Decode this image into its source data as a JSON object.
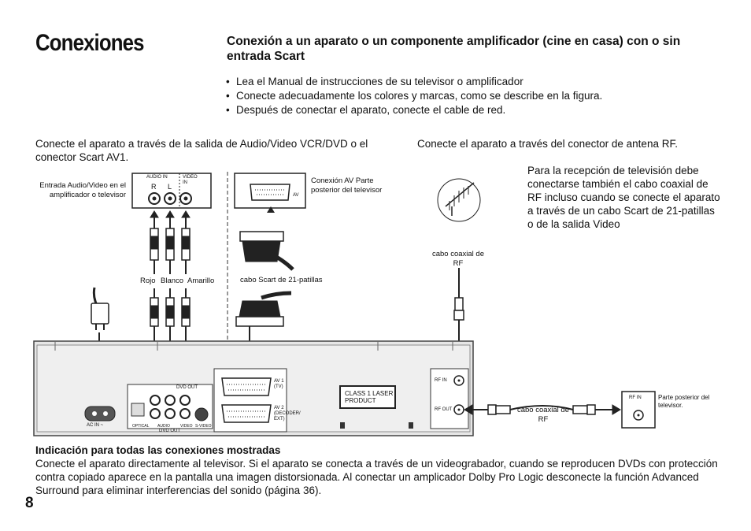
{
  "page": {
    "title": "Conexiones",
    "number": "8"
  },
  "section": {
    "heading": "Conexión a un aparato o un componente amplificador (cine en casa) con o sin entrada Scart",
    "bullet_char": "•",
    "bullets": [
      "Lea el Manual de instrucciones de su televisor o amplificador",
      "Conecte adecuadamente los colores y marcas, como se describe en la figura.",
      "Después de conectar el aparato, conecte el cable de red."
    ]
  },
  "left_instruction": "Conecte el aparato a través de la salida de Audio/Video VCR/DVD o el conector Scart AV1.",
  "right_instruction": "Conecte el aparato a través del conector de antena RF.",
  "rf_paragraph": "Para la recepción de televisión debe conectarse también el cabo coaxial de RF incluso cuando se conecte el aparato a través de un cabo Scart de 21-patillas o de la salida Video",
  "diagram": {
    "amp_input_label": "Entrada Audio/Video en el amplificador o televisor",
    "audio_in": "AUDIO IN",
    "video_in": "VIDEO IN",
    "r": "R",
    "l": "L",
    "scart_tv_label": "Conexión AV Parte posterior del televisor",
    "av": "AV",
    "cable_colors": [
      "Rojo",
      "Blanco",
      "Amarillo"
    ],
    "scart_cable": "cabo Scart de 21-patillas",
    "rf_cable_top": "cabo coaxial de RF",
    "rf_cable_bottom": "cabo coaxial de RF",
    "ac_in": "AC IN ~",
    "dvd_out": "DVD OUT",
    "optical": "OPTICAL",
    "audio": "AUDIO",
    "video": "VIDEO",
    "s_video": "S-VIDEO",
    "av1": "AV 1 (TV)",
    "av2": "AV 2 (DECODER/ EXT)",
    "class1": "CLASS 1 LASER PRODUCT",
    "rf_in": "RF IN",
    "rf_out": "RF OUT",
    "tv_rf_in": "RF IN",
    "tv_back": "Parte posterior del televisor."
  },
  "note": {
    "heading": "Indicación para todas las conexiones mostradas",
    "body": "Conecte el aparato directamente al televisor. Si el aparato se conecta a través de un videograbador, cuando se reproducen DVDs con protección contra copiado aparece en la pantalla una imagen distorsionada. Al conectar un amplicador Dolby Pro Logic desconecte la función Advanced Surround para eliminar interferencias del sonido (página 36)."
  }
}
